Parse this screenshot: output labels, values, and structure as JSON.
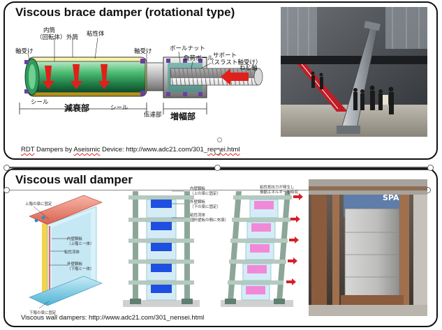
{
  "slide_top": {
    "title": "Viscous brace damper (rotational type)",
    "caption_prefix": "RDT",
    "caption_mid": " Dampers by ",
    "caption_word": "Aseismic",
    "caption_rest": " Device: http://www.adc21.com/301_",
    "caption_end": "rensei.html",
    "diagram": {
      "labels": {
        "bearing_left": "軸受け",
        "inner_cyl": "内筒",
        "inner_cyl_sub": "（回転体）",
        "outer_cyl": "外筒",
        "viscous": "粘性体",
        "bearing_mid": "軸受け",
        "ball_nut": "ボールナット",
        "load_ball": "負荷ボール",
        "support": "サポート",
        "support_sub": "（スラスト軸受け）",
        "screw_shaft": "ねじ軸",
        "seal_left": "シール",
        "damping": "減衰部",
        "seal_right": "シール",
        "transmission": "伝達部",
        "amplifier": "増幅部"
      }
    }
  },
  "slide_bottom": {
    "title": "Viscous wall damper",
    "caption": "Viscous wall dampers: http://www.adc21.com/301_nensei.html",
    "diagram": {
      "labels": {
        "top_beam": "上階の梁に固定",
        "inner_wall": "内壁鋼板",
        "inner_wall_sub": "（上階と一体）",
        "viscous_fluid": "粘性流体",
        "outer_wall": "外壁鋼板",
        "outer_wall_sub": "（下階と一体）",
        "bottom_beam": "下階の梁に固定",
        "mid_inner": "内壁鋼板",
        "mid_inner_sub": "（上の梁に固定）",
        "mid_outer": "外壁鋼板",
        "mid_outer_sub": "（下の梁に固定）",
        "mid_fluid": "粘性流体",
        "mid_fluid_sub": "（外壁板の間に充填）",
        "right_force": "粘性抵抗力が発生し",
        "right_force_sub": "振動エネルギーを吸収",
        "photo_sign": "SPA"
      }
    }
  }
}
